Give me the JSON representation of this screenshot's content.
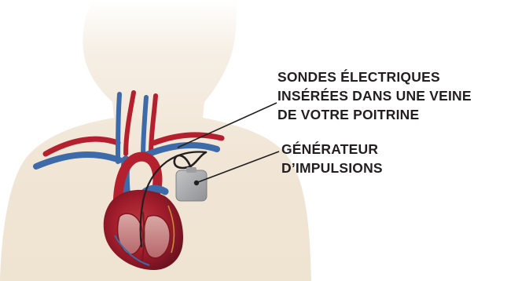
{
  "labels": {
    "leads": {
      "lines": [
        "SONDES ÉLECTRIQUES",
        "INSÉRÉES DANS UNE VEINE",
        "DE VOTRE POITRINE"
      ]
    },
    "generator": {
      "lines": [
        "GÉNÉRATEUR",
        "D’IMPULSIONS"
      ]
    }
  },
  "colors": {
    "body_silhouette": "#f1e6d6",
    "artery_red": "#b5202e",
    "vein_blue": "#3d6aa8",
    "heart_red": "#9e1b2a",
    "pulse_generator_gray": "#a7a9ab",
    "lead_wire": "#231f20",
    "text": "#231f20"
  }
}
